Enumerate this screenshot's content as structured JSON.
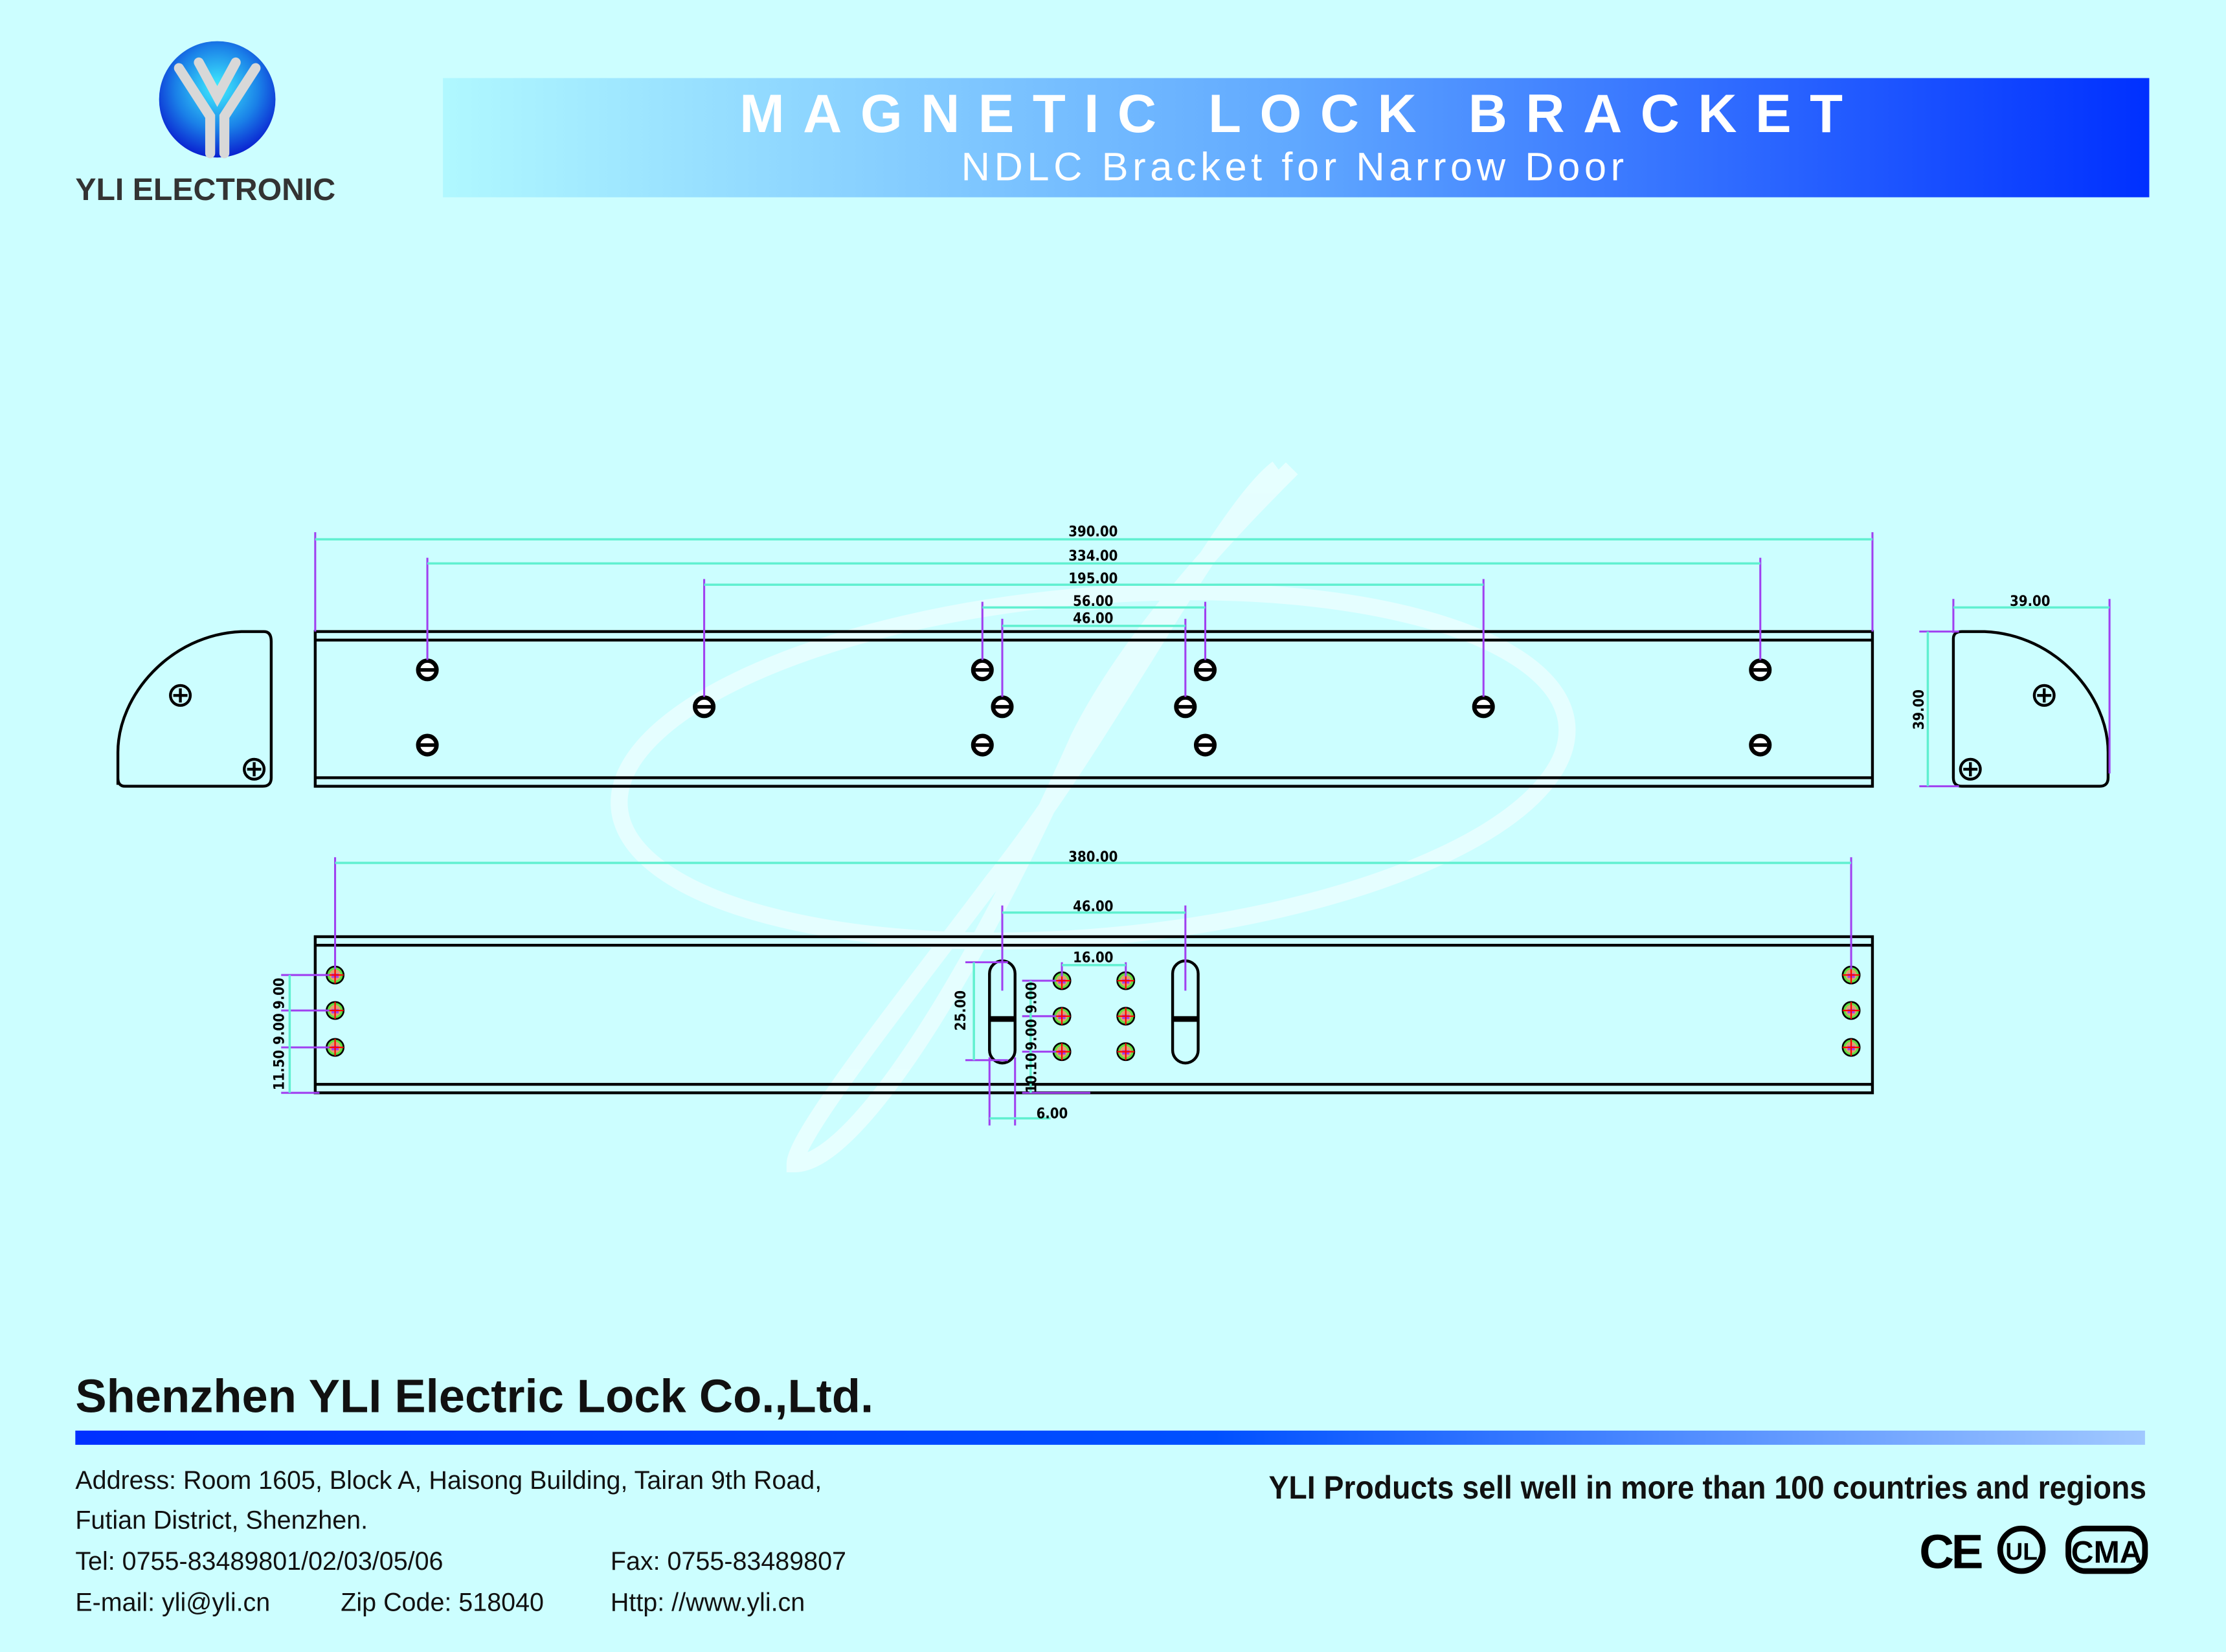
{
  "brand": {
    "logo_text": "YLI ELECTRONIC"
  },
  "header": {
    "title": "MAGNETIC LOCK BRACKET",
    "subtitle": "NDLC Bracket for Narrow Door"
  },
  "drawing": {
    "top_view": {
      "dims": [
        "390.00",
        "334.00",
        "195.00",
        "56.00",
        "46.00"
      ]
    },
    "side_view": {
      "width": "39.00",
      "height": "39.00"
    },
    "bottom_view": {
      "overall": "380.00",
      "slot_spacing": "46.00",
      "screw_spacing": "16.00",
      "slot_length": "25.00",
      "slot_width": "6.00",
      "left_dims": [
        "9.00",
        "9.00",
        "11.50"
      ],
      "center_dims": [
        "9.00",
        "9.00",
        "10.10"
      ]
    }
  },
  "footer": {
    "company": "Shenzhen YLI Electric Lock Co.,Ltd.",
    "address_line1": "Address: Room 1605, Block A, Haisong Building, Tairan 9th Road,",
    "address_line2": "Futian District, Shenzhen.",
    "tel": "Tel: 0755-83489801/02/03/05/06",
    "fax": "Fax: 0755-83489807",
    "email": "E-mail: yli@yli.cn",
    "zip": "Zip Code: 518040",
    "http": "Http: //www.yli.cn",
    "slogan": "YLI Products sell well in more than 100 countries and regions",
    "certifications": [
      "CE",
      "UL",
      "CMA"
    ]
  },
  "colors": {
    "background": "#ccfeff",
    "banner_start": "#b0f8ff",
    "banner_end": "#0030ff",
    "dimension_line": "#60f0d0",
    "extension_line": "#a040f0"
  }
}
